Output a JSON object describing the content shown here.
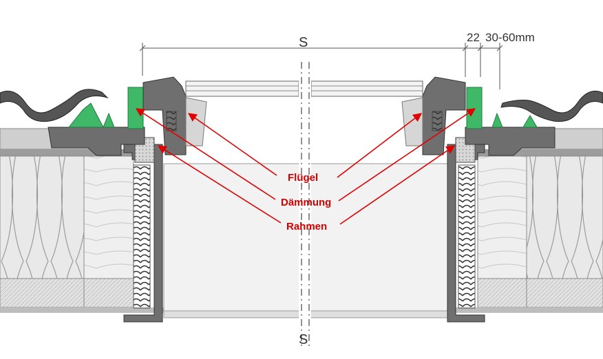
{
  "dimensions": {
    "span_label": "S",
    "width_22_label": "22",
    "range_label": "30-60mm",
    "axis_bottom_label": "S"
  },
  "labels": {
    "fluegel": "Flügel",
    "daemmung": "Dämmung",
    "rahmen": "Rahmen"
  },
  "colors": {
    "arrow": "#e00000",
    "label_text": "#d40000",
    "insulation_green": "#3fb968",
    "frame_grey": "#7a7a7a"
  }
}
